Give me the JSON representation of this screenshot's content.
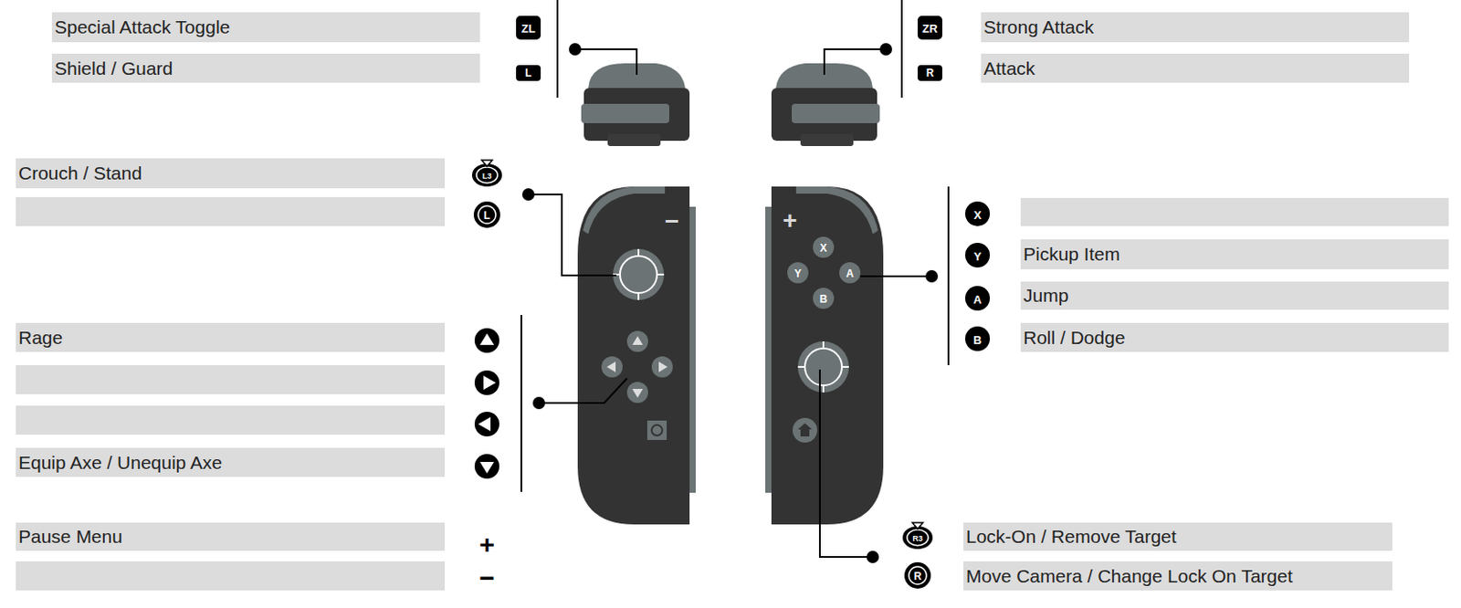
{
  "diagram": {
    "nodes": [
      {
        "text": [
          "Special Attack Toggle"
        ]
      },
      {
        "text": [
          "Shield / Guard"
        ]
      },
      {
        "text": [
          "Crouch / Stand"
        ]
      },
      {
        "text": [
          "Rage"
        ]
      },
      {
        "text": [
          "Equip Axe / Unequip Axe"
        ]
      },
      {
        "text": [
          "Pause Menu"
        ]
      },
      {
        "text": [
          "Strong Attack"
        ]
      },
      {
        "text": [
          "Attack"
        ]
      },
      {
        "text": [
          "Pickup Item"
        ]
      },
      {
        "text": [
          "Jump"
        ]
      },
      {
        "text": [
          "Roll / Dodge"
        ]
      },
      {
        "text": [
          "Lock-On / Remove Target"
        ]
      },
      {
        "text": [
          "Move Camera / Change Lock On Target"
        ]
      }
    ],
    "labels": [
      "ZL",
      "L",
      "ZR",
      "R",
      "L3",
      "L",
      "X",
      "Y",
      "A",
      "B",
      "R3",
      "R",
      "+",
      "−",
      "−",
      "+",
      "X",
      "Y",
      "A",
      "B"
    ]
  }
}
